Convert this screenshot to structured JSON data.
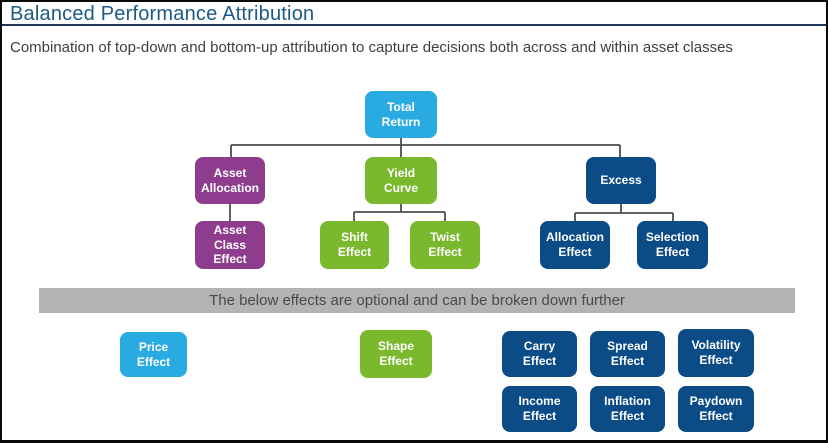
{
  "header": {
    "title": "Balanced Performance Attribution",
    "subtitle": "Combination of top-down and bottom-up attribution to capture decisions both across and within asset classes"
  },
  "diagram": {
    "nodes": {
      "total_return": "Total\nReturn",
      "asset_allocation": "Asset\nAllocation",
      "yield_curve": "Yield\nCurve",
      "excess": "Excess",
      "asset_class_effect": "Asset\nClass\nEffect",
      "shift_effect": "Shift\nEffect",
      "twist_effect": "Twist\nEffect",
      "allocation_effect": "Allocation\nEffect",
      "selection_effect": "Selection\nEffect"
    },
    "optional_banner": "The below effects are optional and can be broken down further",
    "optional_nodes": {
      "price_effect": "Price\nEffect",
      "shape_effect": "Shape\nEffect",
      "carry_effect": "Carry\nEffect",
      "spread_effect": "Spread\nEffect",
      "volatility_effect": "Volatility\nEffect",
      "income_effect": "Income\nEffect",
      "inflation_effect": "Inflation\nEffect",
      "paydown_effect": "Paydown\nEffect"
    }
  },
  "colors": {
    "cyan": "#29ABE2",
    "green": "#7AB82E",
    "purple": "#8E3C8E",
    "navy": "#0B4C87",
    "title_blue": "#1C5A86",
    "title_rule": "#20375B",
    "subtitle_gray": "#3F3F3F",
    "banner_gray": "#B3B3B3",
    "banner_text_gray": "#4A4A4A",
    "connector_gray": "#4D4D4D",
    "border_black": "#0A0A0A"
  }
}
